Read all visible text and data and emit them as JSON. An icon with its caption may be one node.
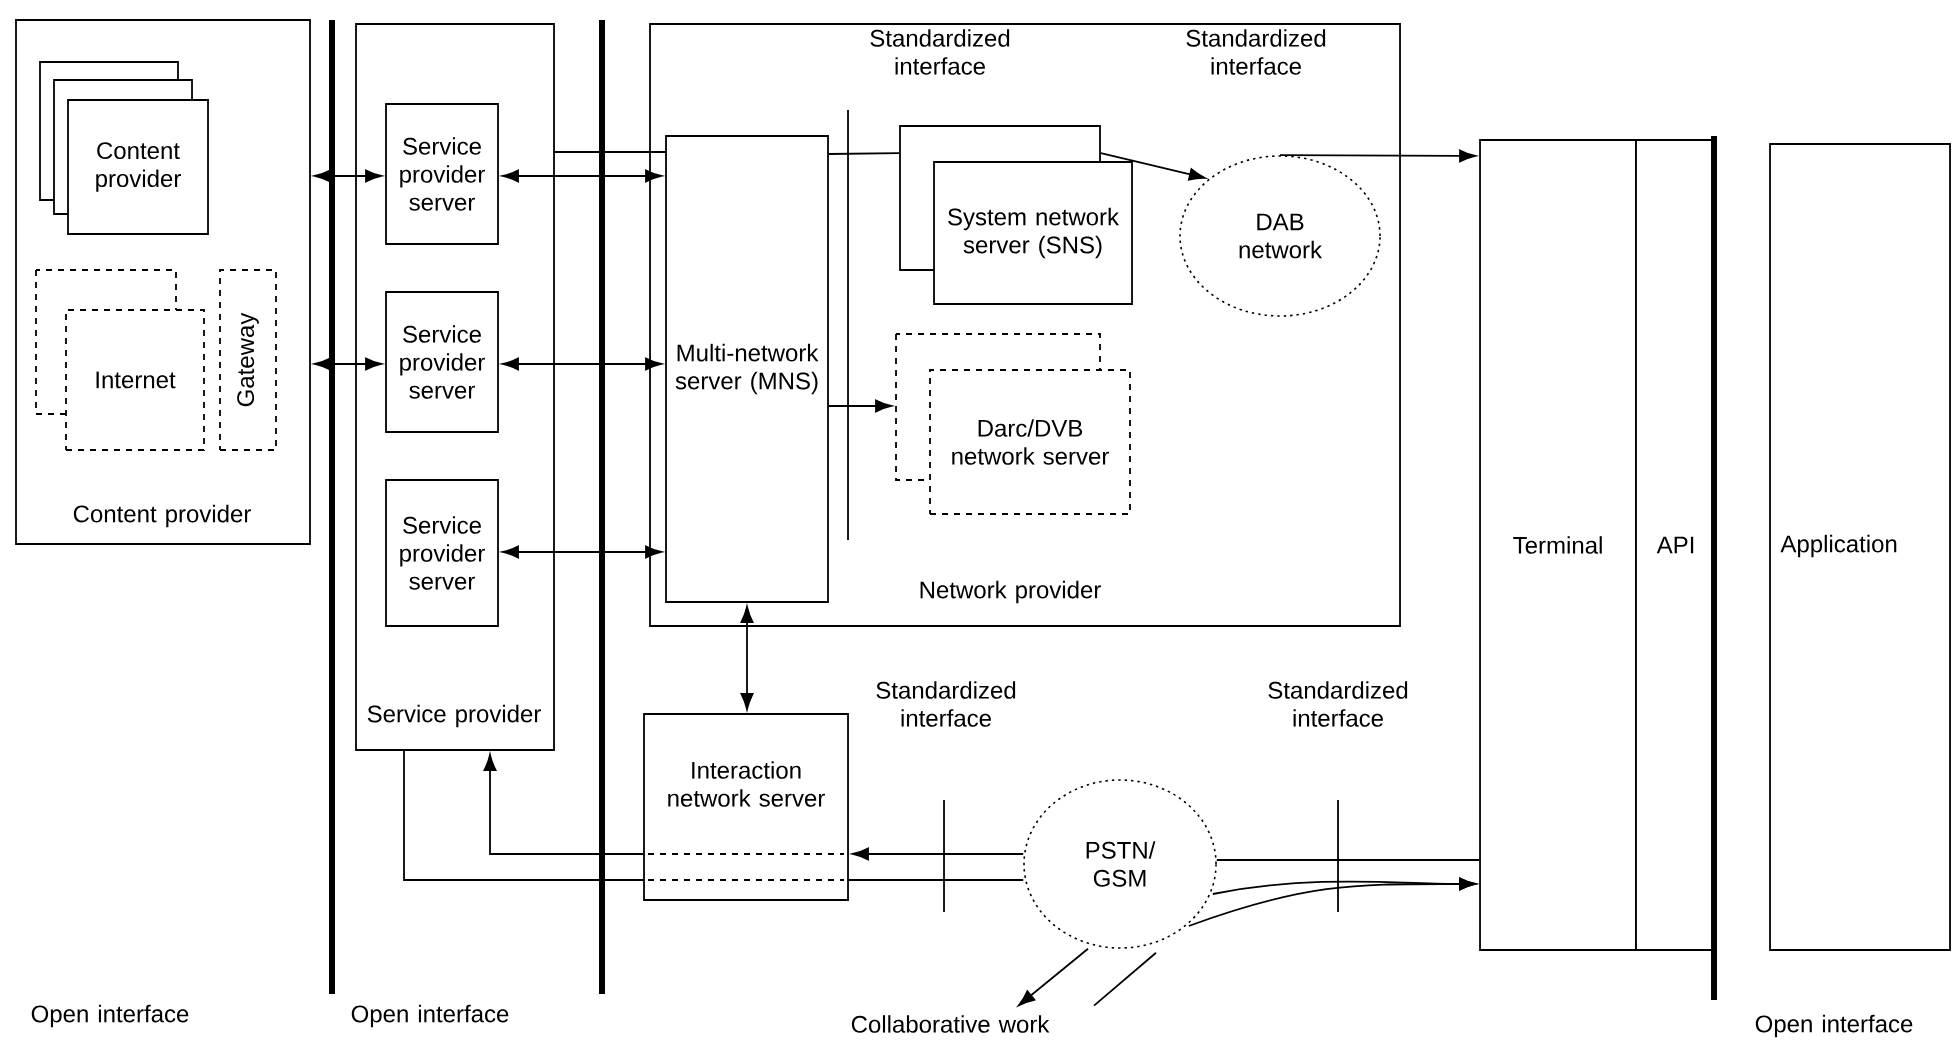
{
  "diagram": {
    "nodes": [
      {
        "text": [
          "Content provider"
        ]
      },
      {
        "text": [
          "Content provider"
        ],
        "in": 0
      },
      {
        "text": [
          "Internet"
        ],
        "in": 0
      },
      {
        "text": [
          "Gateway"
        ],
        "in": 0
      },
      {
        "text": [
          "Service provider"
        ]
      },
      {
        "text": [
          "Service provider server"
        ],
        "in": 4
      },
      {
        "text": [
          "Service provider server"
        ],
        "in": 4
      },
      {
        "text": [
          "Service provider server"
        ],
        "in": 4
      },
      {
        "text": [
          "Network provider"
        ]
      },
      {
        "text": [
          "Multi-network server (MNS)"
        ],
        "in": 8
      },
      {
        "text": [
          "System network server (SNS)"
        ],
        "in": 8
      },
      {
        "text": [
          "DAB network"
        ],
        "in": 8
      },
      {
        "text": [
          "Darc/DVB network server"
        ],
        "in": 8
      },
      {
        "text": [
          "Interaction network server"
        ]
      },
      {
        "text": [
          "PSTN/ GSM"
        ]
      },
      {
        "text": [
          "Terminal"
        ]
      },
      {
        "text": [
          "API"
        ]
      },
      {
        "text": [
          "Application"
        ]
      },
      {
        "text": [
          "Collaborative work"
        ]
      }
    ],
    "edges": [
      {
        "from": 0,
        "to": 5,
        "arrow": "both"
      },
      {
        "from": 0,
        "to": 6,
        "arrow": "both"
      },
      {
        "from": 5,
        "to": 9,
        "arrow": "both"
      },
      {
        "from": 6,
        "to": 9,
        "arrow": "both"
      },
      {
        "from": 7,
        "to": 9,
        "arrow": "both"
      },
      {
        "from": 4,
        "to": 9,
        "arrow": "none"
      },
      {
        "from": 9,
        "to": 10,
        "arrow": "none"
      },
      {
        "from": 10,
        "to": 11,
        "arrow": "to"
      },
      {
        "from": 11,
        "to": 15,
        "arrow": "to"
      },
      {
        "from": 9,
        "to": 12,
        "arrow": "to"
      },
      {
        "from": 9,
        "to": 13,
        "arrow": "both"
      },
      {
        "from": 14,
        "to": 13,
        "arrow": "to"
      },
      {
        "from": 13,
        "to": 4,
        "arrow": "to"
      },
      {
        "from": 4,
        "to": 13,
        "arrow": "none"
      },
      {
        "from": 13,
        "to": 14,
        "arrow": "none"
      },
      {
        "from": 14,
        "to": 15,
        "arrow": "none"
      },
      {
        "from": 14,
        "to": 15,
        "arrow": "to"
      },
      {
        "from": 14,
        "to": 15,
        "arrow": "to"
      },
      {
        "from": 14,
        "to": 18,
        "arrow": "to"
      },
      {
        "from": 14,
        "to": 18,
        "arrow": "none"
      }
    ],
    "labels": [
      "Standardized interface",
      "Standardized interface",
      "Standardized interface",
      "Standardized interface",
      "Open interface",
      "Open interface",
      "Open interface"
    ]
  }
}
